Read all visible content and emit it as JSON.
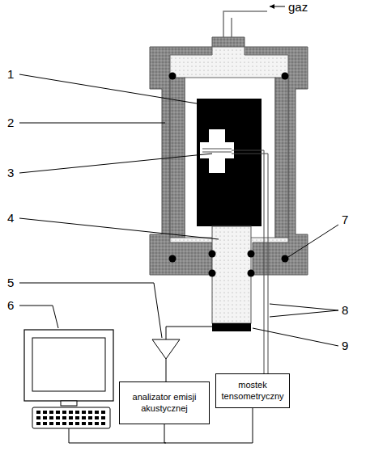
{
  "diagram": {
    "nodes": [
      {
        "text": [
          "analizator emisji akustycznej"
        ]
      },
      {
        "text": [
          "mostek tensometryczny"
        ]
      }
    ],
    "edges": [
      {
        "from": 0,
        "to": 1,
        "arrow": "none"
      }
    ],
    "labels": [
      "gaz",
      "1",
      "2",
      "3",
      "4",
      "7",
      "5",
      "8",
      "6",
      "9"
    ]
  }
}
